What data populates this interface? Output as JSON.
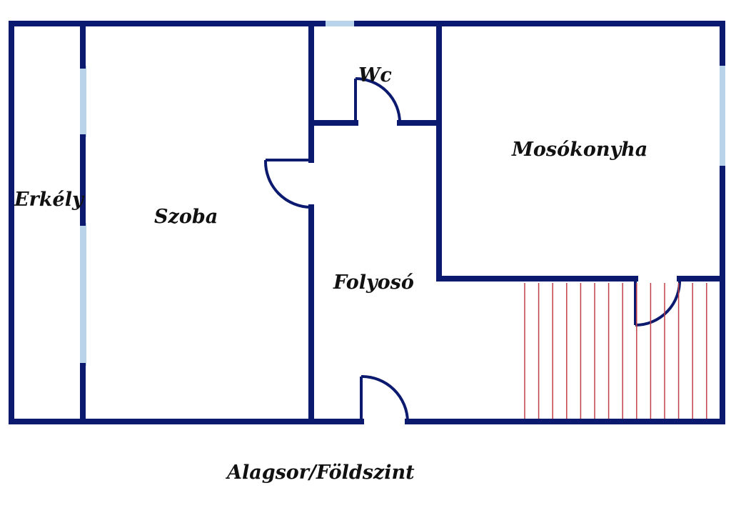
{
  "plan": {
    "rooms": {
      "erkely": "Erkély",
      "szoba": "Szoba",
      "wc": "Wc",
      "mosokonyha": "Mosókonyha",
      "folyoso": "Folyosó"
    },
    "floor_caption": "Alagsor/Földszint"
  },
  "colors": {
    "wall": "#0b1a6e",
    "window": "#b9d3ea",
    "stairs": "#c0404a",
    "background": "#ffffff"
  }
}
